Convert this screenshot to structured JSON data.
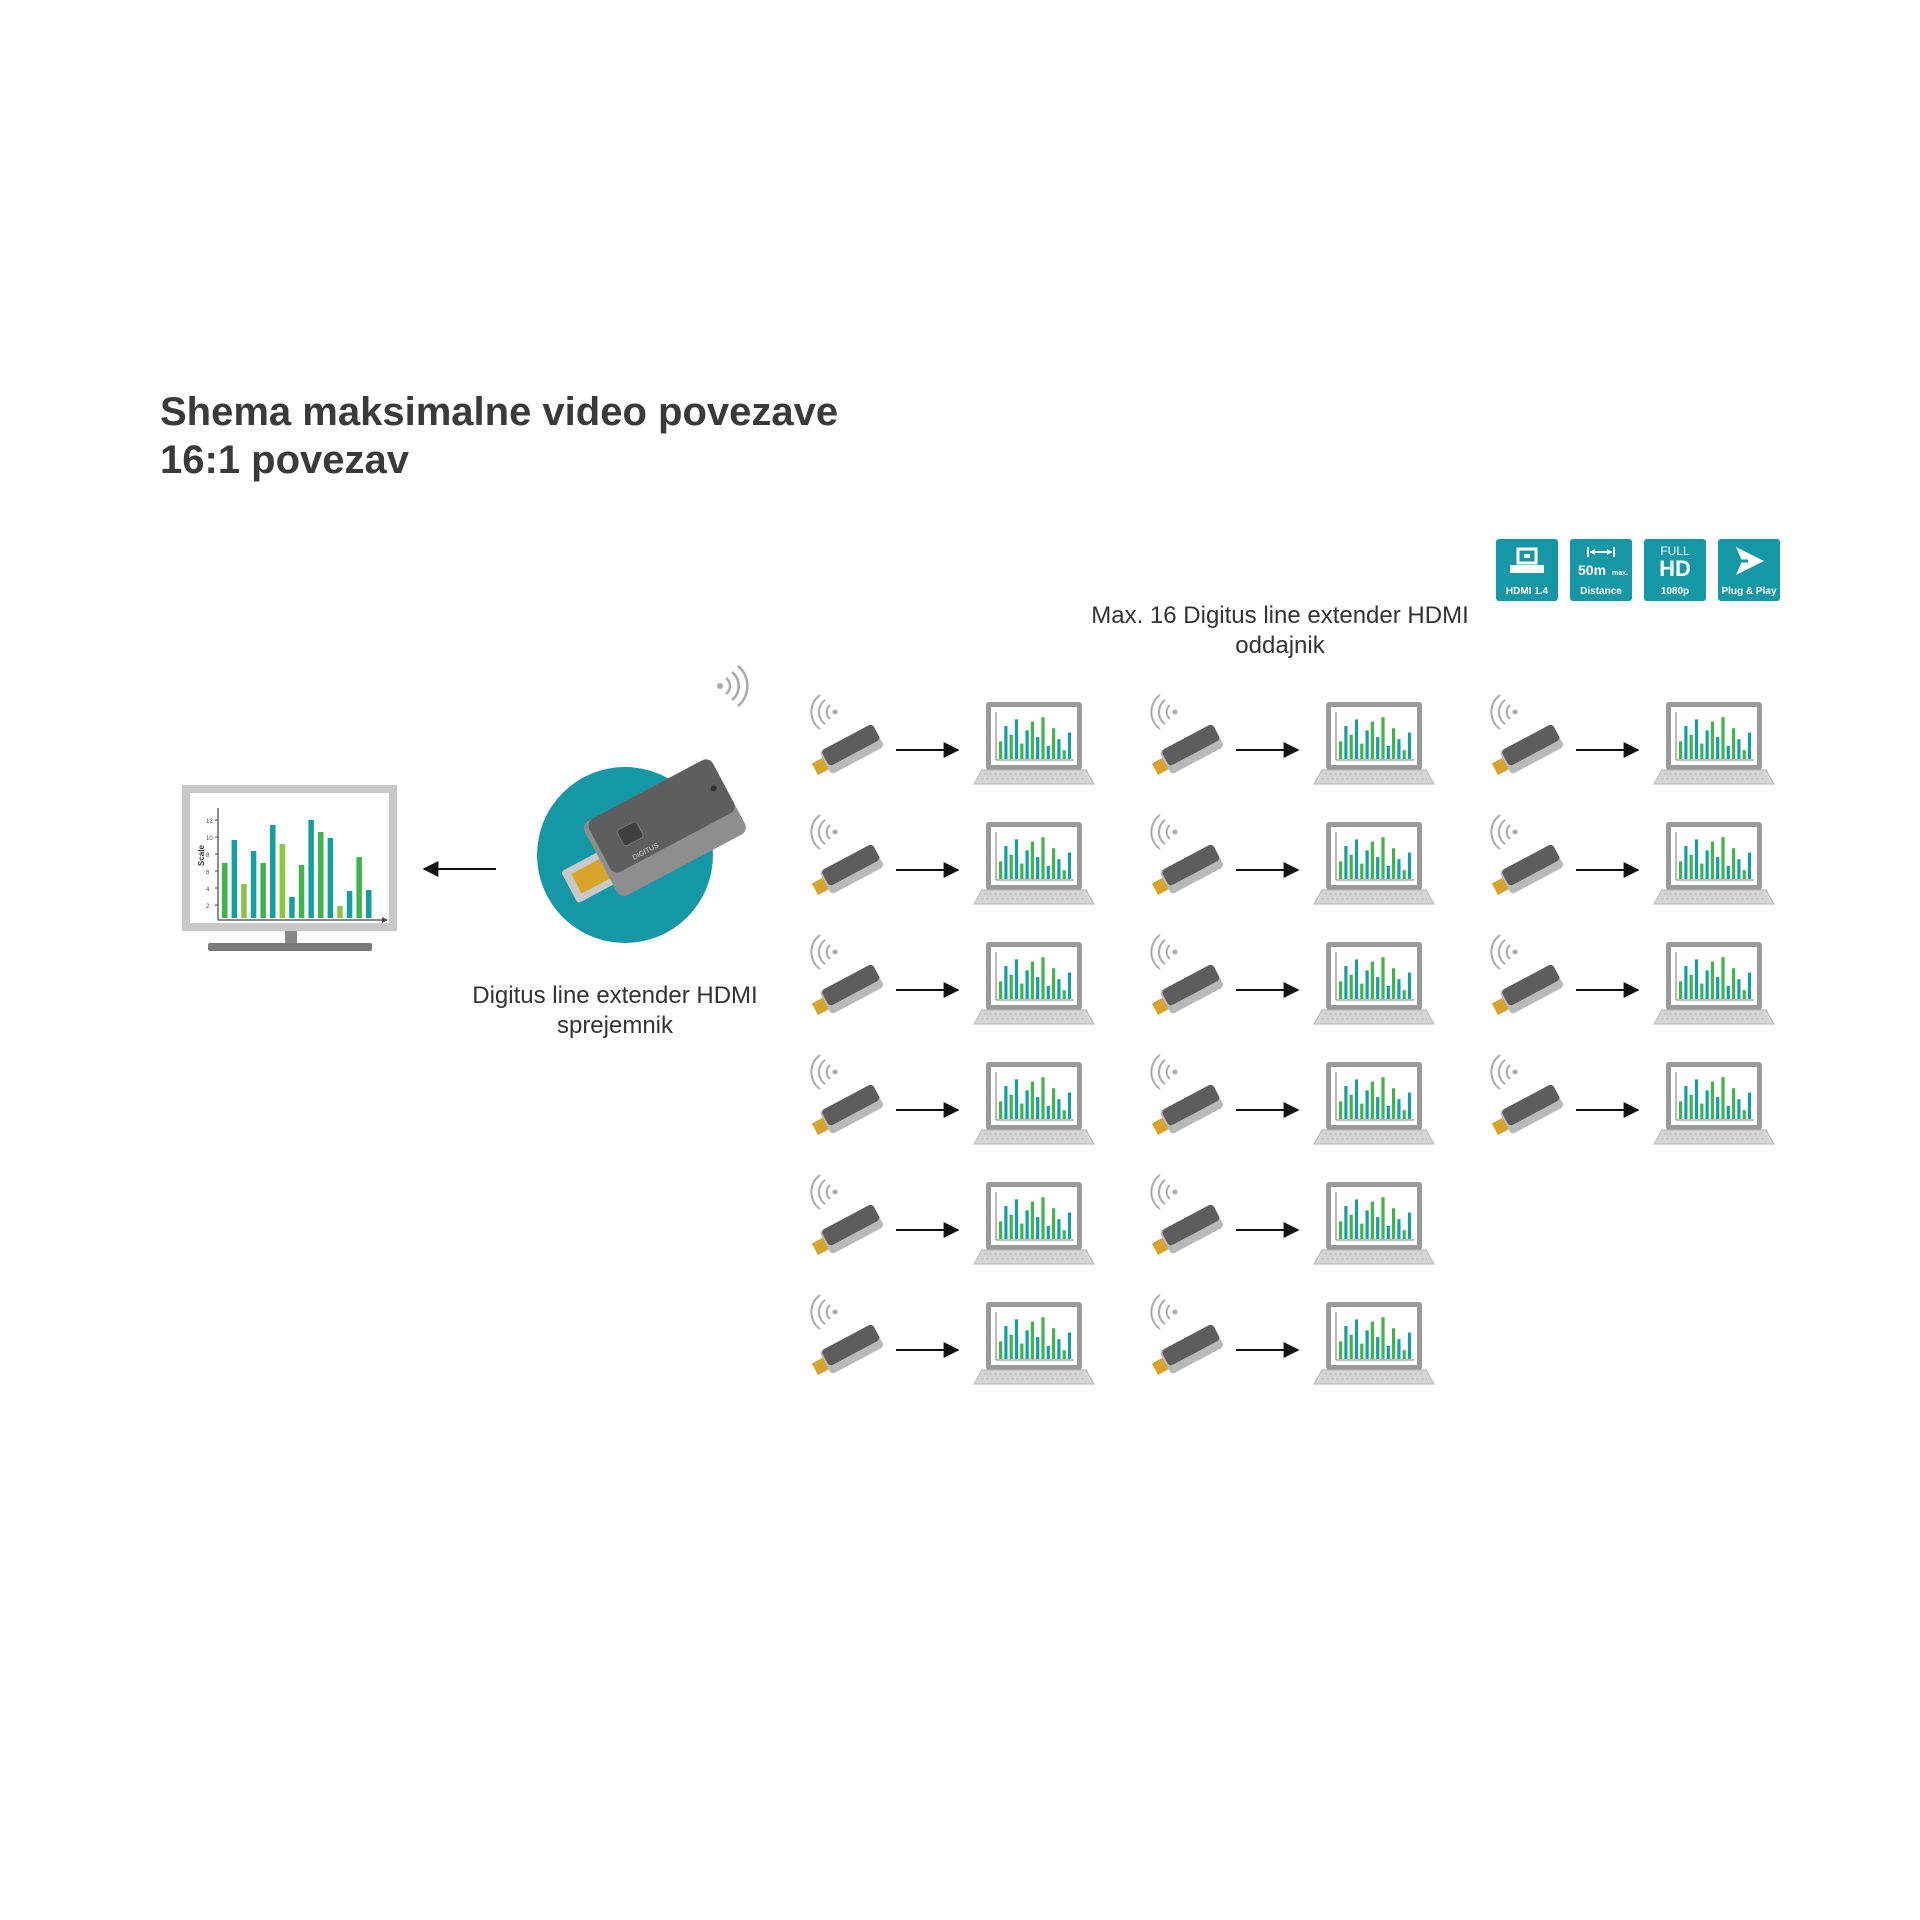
{
  "title": {
    "line1": "Shema maksimalne video povezave",
    "line2": "16:1 povezav"
  },
  "receiver": {
    "label_line1": "Digitus line extender HDMI",
    "label_line2": "sprejemnik",
    "brand_text": "DIGITUS"
  },
  "tv_chart": {
    "axis_label": "Scale",
    "tick_labels": [
      "12",
      "10",
      "8",
      "6",
      "4",
      "2"
    ]
  },
  "transmitters": {
    "label_line1": "Max. 16 Digitus line extender HDMI",
    "label_line2": "oddajnik",
    "count": 16,
    "column_counts": [
      6,
      6,
      4
    ]
  },
  "badges": [
    {
      "icon": "hdmi-icon",
      "text": "HDMI 1.4"
    },
    {
      "icon": "distance-icon",
      "main": "50m",
      "sub": "max.",
      "text": "Distance"
    },
    {
      "icon": "full-hd-icon",
      "top": "FULL",
      "main": "HD",
      "text": "1080p"
    },
    {
      "icon": "plug-and-play-icon",
      "text": "Plug & Play"
    }
  ],
  "colors": {
    "teal": "#1597a6",
    "green": "#3fb449",
    "lime": "#8cc63f",
    "bar_teal": "#14a0a0",
    "device_gray": "#5d5d5d",
    "silver": "#b9b9b9"
  }
}
